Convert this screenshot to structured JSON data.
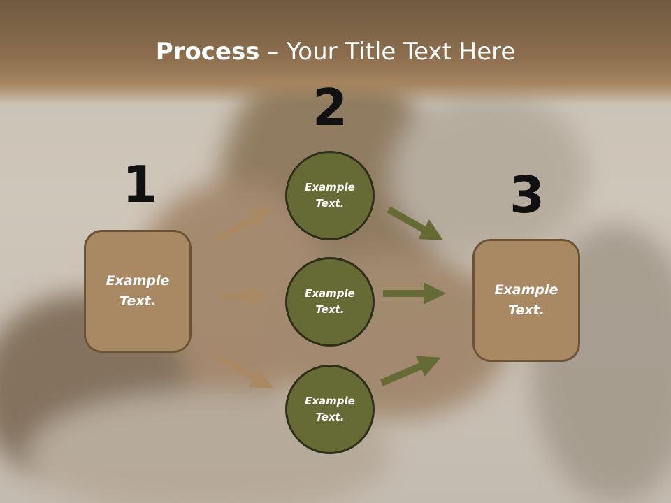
{
  "slide": {
    "title_bold": "Process",
    "title_rest": " – Your Title Text Here"
  },
  "steps": {
    "step1_number": "1",
    "step2_number": "2",
    "step3_number": "3"
  },
  "nodes": {
    "left_box": "Example\nText.",
    "circle_top": "Example\nText.",
    "circle_middle": "Example\nText.",
    "circle_bottom": "Example\nText.",
    "right_box": "Example\nText."
  },
  "colors": {
    "box_fill": "#a88963",
    "circle_fill": "#666a34",
    "arrow_left": "#a88963",
    "arrow_right": "#666a34"
  }
}
